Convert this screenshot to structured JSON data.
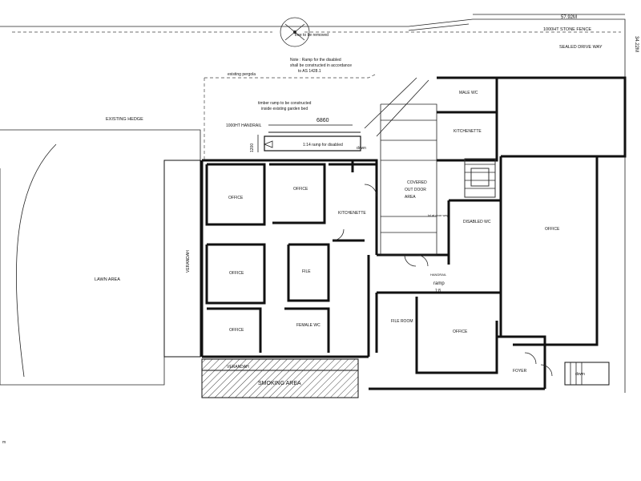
{
  "labels": {
    "boundary_dim": "57.92M",
    "side_dim": "34.22M",
    "stone_fence": "1000HT STONE FENCE",
    "drive_way": "SEALED DRIVE WAY",
    "tree_note": "tree to be removed",
    "ramp_note_1": "Note : Ramp for the disabled",
    "ramp_note_2": "shall be constructed in accordance",
    "ramp_note_3": "to AS 1428.1",
    "pergola": "existing pergola",
    "timber_ramp_1": "timber ramp to be constructed",
    "timber_ramp_2": "inside existing garden bed",
    "handrail": "1000HT HANDRAIL",
    "ramp_dim": "6860",
    "ramp_width": "1200",
    "ramp_slope": "1:14 ramp for disabled",
    "down_1": "down",
    "existing_hedge": "EXISTING HEDGE",
    "lawn": "LAWN AREA",
    "verandah_side": "VERANDAH",
    "verandah_bottom": "VERANDAH",
    "smoking": "SMOKING AREA",
    "office_1": "OFFICE",
    "office_2": "OFFICE",
    "office_3": "OFFICE",
    "office_4": "OFFICE",
    "office_5": "OFFICE",
    "office_big": "OFFICE",
    "kitchenette_1": "KITCHENETTE",
    "kitchenette_2": "KITCHENETTE",
    "file": "FILE",
    "file_room": "FILE ROOM",
    "female_wc": "FEMALE WC",
    "male_wc": "MALE WC",
    "disabled_wc": "DISABLED WC",
    "covered_1": "COVERED",
    "covered_2": "OUT DOOR",
    "covered_3": "AREA",
    "foyer": "FOYER",
    "down_2": "down",
    "handrail_small": "HANDRAIL",
    "ramp_small": "ramp",
    "ramp_small_slope": "1:8",
    "level_door": "lvl at door way",
    "scale_mark": "m"
  }
}
